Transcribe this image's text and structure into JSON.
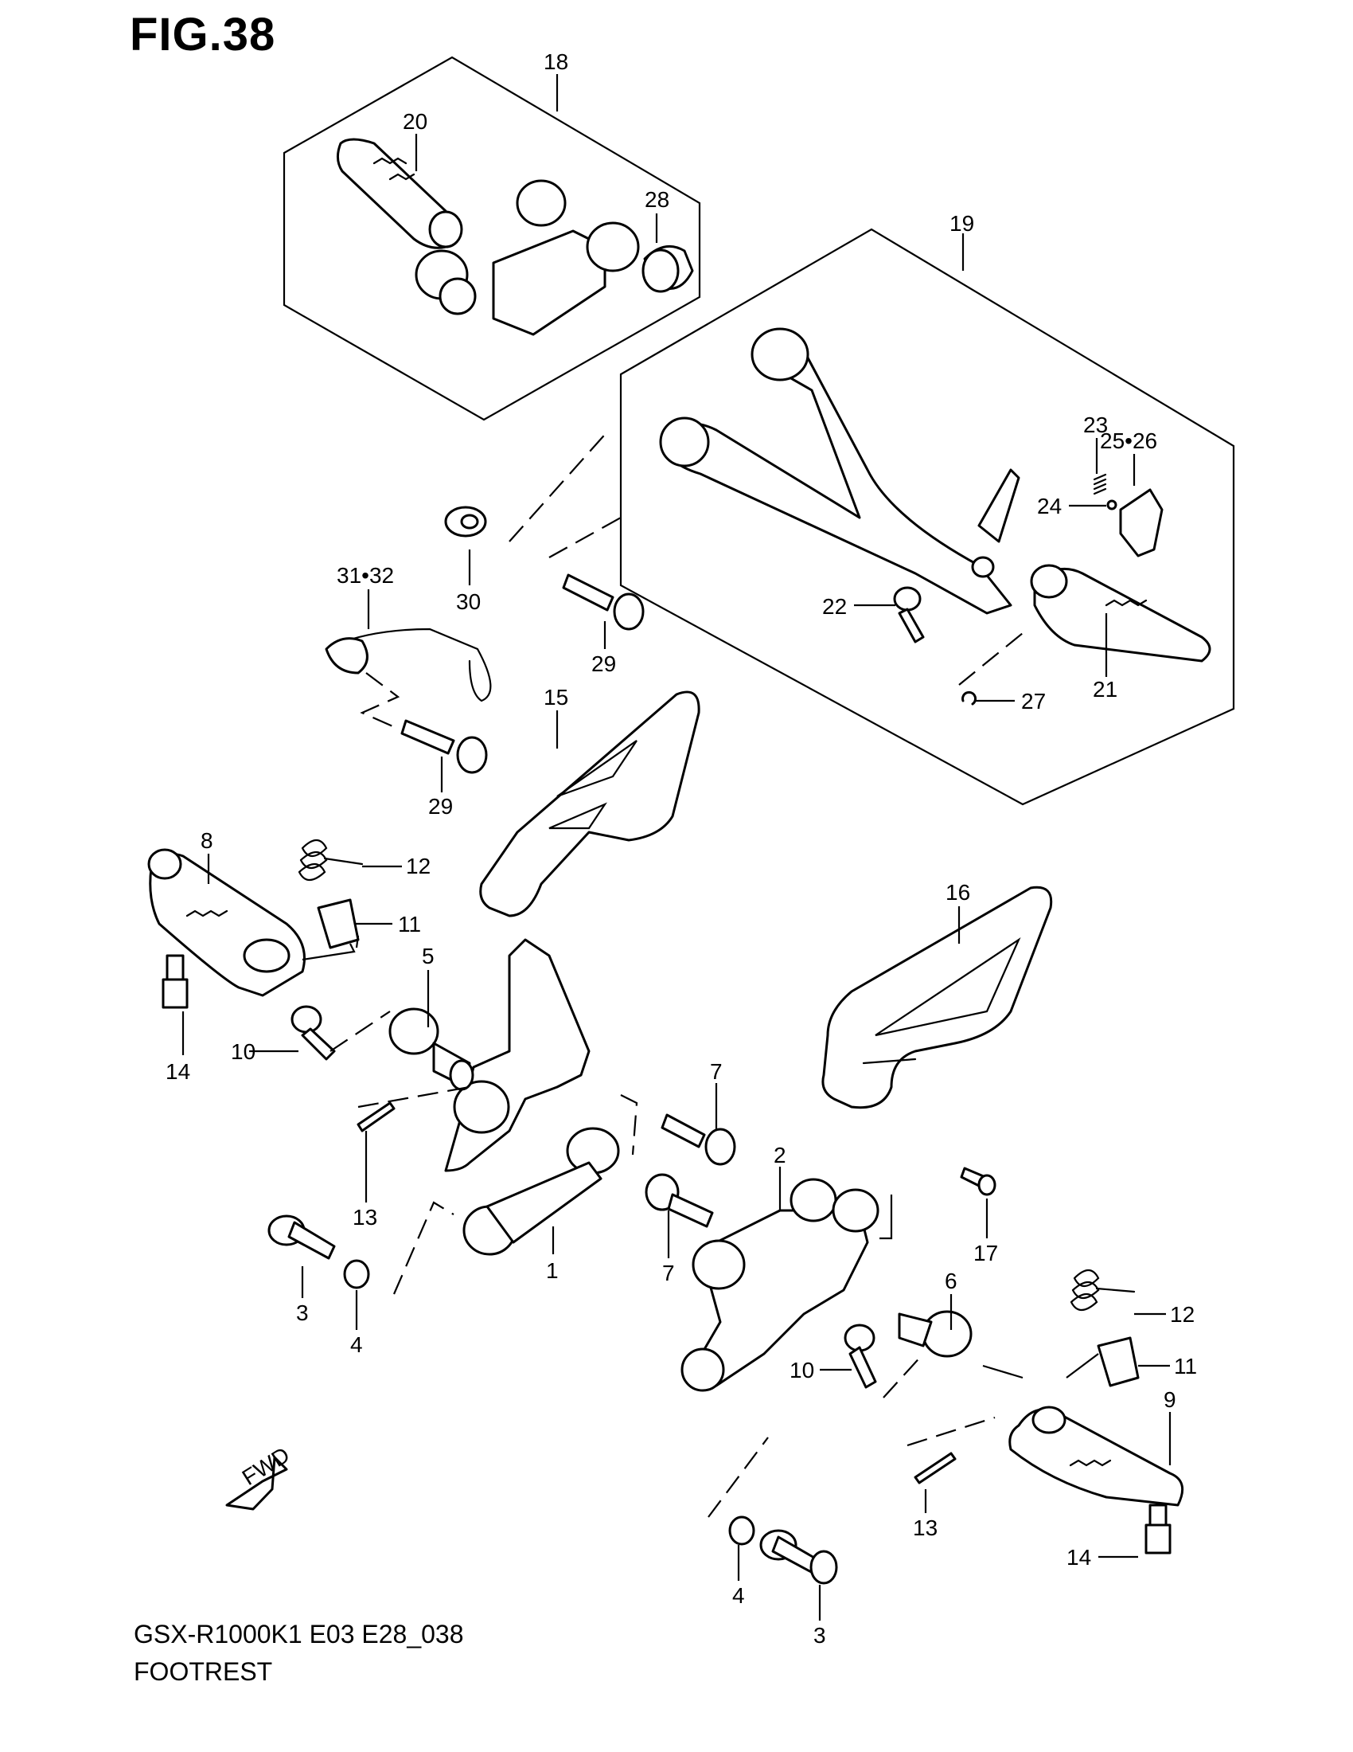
{
  "figure": {
    "title": "FIG.38",
    "model_code": "GSX-R1000K1 E03 E28_038",
    "section_name": "FOOTREST",
    "fwd_label": "FWD"
  },
  "callouts": {
    "c1": "1",
    "c2": "2",
    "c3a": "3",
    "c3b": "3",
    "c4a": "4",
    "c4b": "4",
    "c5": "5",
    "c6": "6",
    "c7a": "7",
    "c7b": "7",
    "c8": "8",
    "c9": "9",
    "c10a": "10",
    "c10b": "10",
    "c11a": "11",
    "c11b": "11",
    "c12a": "12",
    "c12b": "12",
    "c13a": "13",
    "c13b": "13",
    "c14a": "14",
    "c14b": "14",
    "c15": "15",
    "c16": "16",
    "c17": "17",
    "c18": "18",
    "c19": "19",
    "c20": "20",
    "c21": "21",
    "c22": "22",
    "c23": "23",
    "c24": "24",
    "c25_26": "25•26",
    "c27": "27",
    "c28": "28",
    "c29a": "29",
    "c29b": "29",
    "c30": "30",
    "c31_32": "31•32"
  }
}
